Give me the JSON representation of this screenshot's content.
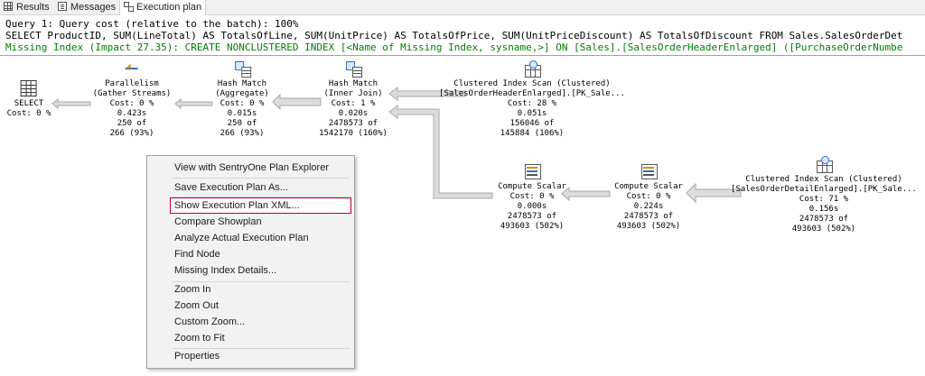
{
  "tabs": [
    {
      "label": "Results",
      "icon": "grid-icon"
    },
    {
      "label": "Messages",
      "icon": "messages-icon"
    },
    {
      "label": "Execution plan",
      "icon": "plan-icon"
    }
  ],
  "query": {
    "header": "Query 1: Query cost (relative to the batch): 100%",
    "sql": "SELECT ProductID, SUM(LineTotal) AS TotalsOfLine, SUM(UnitPrice) AS TotalsOfPrice, SUM(UnitPriceDiscount) AS TotalsOfDiscount FROM Sales.SalesOrderDet",
    "missing_index": "Missing Index (Impact 27.35): CREATE NONCLUSTERED INDEX [<Name of Missing Index, sysname,>] ON [Sales].[SalesOrderHeaderEnlarged] ([PurchaseOrderNumbe"
  },
  "plan": {
    "select": {
      "name": "SELECT",
      "cost": "Cost: 0 %"
    },
    "parallelism": {
      "name": "Parallelism",
      "sub": "(Gather Streams)",
      "cost": "Cost: 0 %",
      "time": "0.423s",
      "rows": "250 of",
      "est": "266 (93%)"
    },
    "hash_agg": {
      "name": "Hash Match",
      "sub": "(Aggregate)",
      "cost": "Cost: 0 %",
      "time": "0.015s",
      "rows": "250 of",
      "est": "266 (93%)"
    },
    "hash_join": {
      "name": "Hash Match",
      "sub": "(Inner Join)",
      "cost": "Cost: 1 %",
      "time": "0.020s",
      "rows": "2478573 of",
      "est": "1542170 (160%)"
    },
    "scan_header": {
      "name": "Clustered Index Scan (Clustered)",
      "sub": "[SalesOrderHeaderEnlarged].[PK_Sale...",
      "cost": "Cost: 28 %",
      "time": "0.051s",
      "rows": "156046 of",
      "est": "145884 (106%)"
    },
    "compute1": {
      "name": "Compute Scalar",
      "cost": "Cost: 0 %",
      "time": "0.000s",
      "rows": "2478573 of",
      "est": "493603 (502%)"
    },
    "compute2": {
      "name": "Compute Scalar",
      "cost": "Cost: 0 %",
      "time": "0.224s",
      "rows": "2478573 of",
      "est": "493603 (502%)"
    },
    "scan_detail": {
      "name": "Clustered Index Scan (Clustered)",
      "sub": "[SalesOrderDetailEnlarged].[PK_Sale...",
      "cost": "Cost: 71 %",
      "time": "0.156s",
      "rows": "2478573 of",
      "est": "493603 (502%)"
    }
  },
  "context_menu": {
    "items": [
      "View with SentryOne Plan Explorer",
      "Save Execution Plan As...",
      "Show Execution Plan XML...",
      "Compare Showplan",
      "Analyze Actual Execution Plan",
      "Find Node",
      "Missing Index Details...",
      "Zoom In",
      "Zoom Out",
      "Custom Zoom...",
      "Zoom to Fit",
      "Properties"
    ],
    "highlighted": "Show Execution Plan XML..."
  },
  "colors": {
    "missing_index_text": "#008000",
    "highlight_border": "#c0002a",
    "accent_blue": "#2a6fc9"
  }
}
